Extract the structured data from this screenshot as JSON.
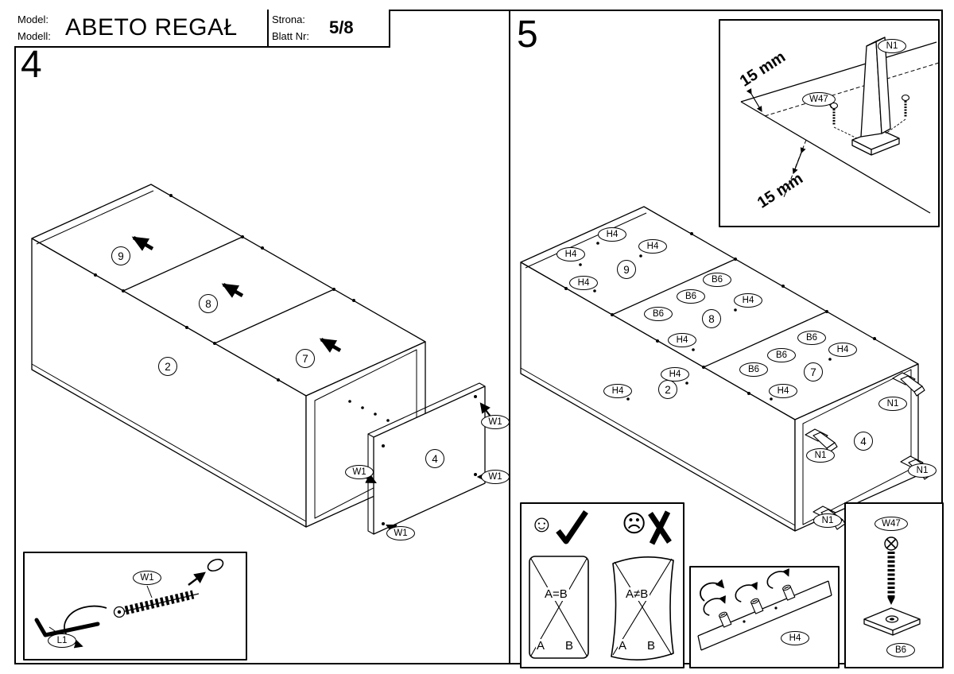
{
  "header": {
    "model_label_line1": "Model:",
    "model_label_line2": "Modell:",
    "model_name": "ABETO REGAŁ",
    "page_label_line1": "Strona:",
    "page_label_line2": "Blatt Nr:",
    "page_number": "5/8"
  },
  "step4": {
    "number": "4",
    "panel_2": "2",
    "panel_4": "4",
    "panel_7": "7",
    "panel_8": "8",
    "panel_9": "9",
    "bolt_label": "W1",
    "tool_label": "L1"
  },
  "step5": {
    "number": "5",
    "panel_2": "2",
    "panel_4": "4",
    "panel_7": "7",
    "panel_8": "8",
    "panel_9": "9",
    "cam_label": "H4",
    "block_label": "B6",
    "foot_label": "N1",
    "screw_label": "W47",
    "offset_measurement": "15 mm",
    "compare": {
      "happy_icon": "☺",
      "sad_icon": "☹",
      "equal_text": "A=B",
      "not_equal_text": "A≠B",
      "letter_a": "A",
      "letter_b": "B"
    }
  }
}
